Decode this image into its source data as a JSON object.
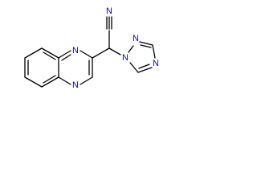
{
  "molecule": {
    "atoms": {
      "quinoxaline_n1": "N",
      "quinoxaline_n4": "N",
      "nitrile_n": "N",
      "triazole_n1": "N",
      "triazole_n2": "N",
      "triazole_n4": "N"
    }
  },
  "colors": {
    "bond": "#000000",
    "heteroatom": "#0000ff",
    "background": "#ffffff"
  }
}
